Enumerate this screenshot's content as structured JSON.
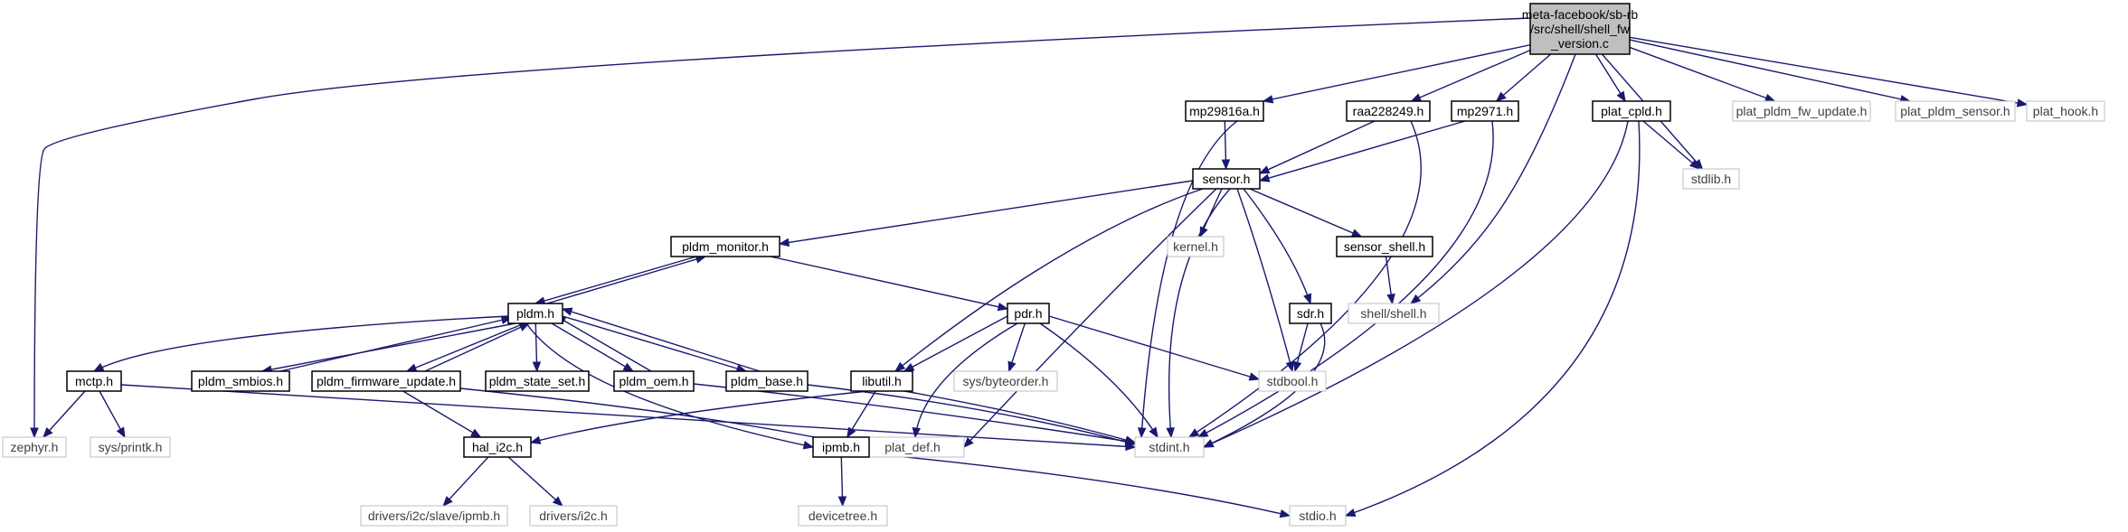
{
  "colors": {
    "edge": "#191970",
    "root_fill": "#bfbfbf",
    "linked_border": "#000000",
    "unlinked_border": "#bfbfbf",
    "unlinked_text": "#404040"
  },
  "nodes": [
    {
      "id": "root",
      "label": "meta-facebook/sb-rb\n/src/shell/shell_fw\n_version.c",
      "kind": "root"
    },
    {
      "id": "zephyr",
      "label": "zephyr.h",
      "kind": "unlinked"
    },
    {
      "id": "mp29816a",
      "label": "mp29816a.h",
      "kind": "linked"
    },
    {
      "id": "raa228249",
      "label": "raa228249.h",
      "kind": "linked"
    },
    {
      "id": "mp2971",
      "label": "mp2971.h",
      "kind": "linked"
    },
    {
      "id": "plat_cpld",
      "label": "plat_cpld.h",
      "kind": "linked"
    },
    {
      "id": "stdlib",
      "label": "stdlib.h",
      "kind": "unlinked"
    },
    {
      "id": "plat_pldm_fw_update",
      "label": "plat_pldm_fw_update.h",
      "kind": "unlinked"
    },
    {
      "id": "plat_pldm_sensor",
      "label": "plat_pldm_sensor.h",
      "kind": "unlinked"
    },
    {
      "id": "plat_hook",
      "label": "plat_hook.h",
      "kind": "unlinked"
    },
    {
      "id": "sensor",
      "label": "sensor.h",
      "kind": "linked"
    },
    {
      "id": "pldm_monitor",
      "label": "pldm_monitor.h",
      "kind": "linked"
    },
    {
      "id": "kernel",
      "label": "kernel.h",
      "kind": "unlinked"
    },
    {
      "id": "sensor_shell",
      "label": "sensor_shell.h",
      "kind": "linked"
    },
    {
      "id": "shell",
      "label": "shell/shell.h",
      "kind": "unlinked"
    },
    {
      "id": "pldm",
      "label": "pldm.h",
      "kind": "linked"
    },
    {
      "id": "pdr",
      "label": "pdr.h",
      "kind": "linked"
    },
    {
      "id": "sdr",
      "label": "sdr.h",
      "kind": "linked"
    },
    {
      "id": "mctp",
      "label": "mctp.h",
      "kind": "linked"
    },
    {
      "id": "pldm_smbios",
      "label": "pldm_smbios.h",
      "kind": "linked"
    },
    {
      "id": "pldm_firmware_update",
      "label": "pldm_firmware_update.h",
      "kind": "linked"
    },
    {
      "id": "pldm_state_set",
      "label": "pldm_state_set.h",
      "kind": "linked"
    },
    {
      "id": "pldm_oem",
      "label": "pldm_oem.h",
      "kind": "linked"
    },
    {
      "id": "pldm_base",
      "label": "pldm_base.h",
      "kind": "linked"
    },
    {
      "id": "libutil",
      "label": "libutil.h",
      "kind": "linked"
    },
    {
      "id": "sys_byteorder",
      "label": "sys/byteorder.h",
      "kind": "unlinked"
    },
    {
      "id": "stdbool",
      "label": "stdbool.h",
      "kind": "unlinked"
    },
    {
      "id": "sys_printk",
      "label": "sys/printk.h",
      "kind": "unlinked"
    },
    {
      "id": "plat_def",
      "label": "plat_def.h",
      "kind": "unlinked"
    },
    {
      "id": "stdint",
      "label": "stdint.h",
      "kind": "unlinked"
    },
    {
      "id": "hal_i2c",
      "label": "hal_i2c.h",
      "kind": "linked"
    },
    {
      "id": "ipmb",
      "label": "ipmb.h",
      "kind": "linked"
    },
    {
      "id": "drivers_i2c_slave_ipmb",
      "label": "drivers/i2c/slave/ipmb.h",
      "kind": "unlinked"
    },
    {
      "id": "drivers_i2c",
      "label": "drivers/i2c.h",
      "kind": "unlinked"
    },
    {
      "id": "devicetree",
      "label": "devicetree.h",
      "kind": "unlinked"
    },
    {
      "id": "stdio",
      "label": "stdio.h",
      "kind": "unlinked"
    }
  ],
  "edges": [
    {
      "from": "root",
      "to": "zephyr"
    },
    {
      "from": "root",
      "to": "mp29816a"
    },
    {
      "from": "root",
      "to": "raa228249"
    },
    {
      "from": "root",
      "to": "mp2971"
    },
    {
      "from": "root",
      "to": "plat_cpld"
    },
    {
      "from": "root",
      "to": "stdlib"
    },
    {
      "from": "root",
      "to": "plat_pldm_fw_update"
    },
    {
      "from": "root",
      "to": "plat_pldm_sensor"
    },
    {
      "from": "root",
      "to": "plat_hook"
    },
    {
      "from": "root",
      "to": "shell"
    },
    {
      "from": "mp29816a",
      "to": "sensor"
    },
    {
      "from": "mp29816a",
      "to": "stdint"
    },
    {
      "from": "raa228249",
      "to": "sensor"
    },
    {
      "from": "raa228249",
      "to": "stdint"
    },
    {
      "from": "mp2971",
      "to": "sensor"
    },
    {
      "from": "mp2971",
      "to": "stdint"
    },
    {
      "from": "plat_cpld",
      "to": "stdlib"
    },
    {
      "from": "plat_cpld",
      "to": "stdint"
    },
    {
      "from": "plat_cpld",
      "to": "stdio"
    },
    {
      "from": "sensor",
      "to": "pldm_monitor"
    },
    {
      "from": "sensor",
      "to": "kernel"
    },
    {
      "from": "sensor",
      "to": "sensor_shell"
    },
    {
      "from": "sensor",
      "to": "sdr"
    },
    {
      "from": "sensor",
      "to": "stdbool"
    },
    {
      "from": "sensor",
      "to": "stdint"
    },
    {
      "from": "sensor",
      "to": "libutil"
    },
    {
      "from": "sensor",
      "to": "plat_def"
    },
    {
      "from": "sensor_shell",
      "to": "shell"
    },
    {
      "from": "pldm_monitor",
      "to": "pldm"
    },
    {
      "from": "pldm_monitor",
      "to": "pdr"
    },
    {
      "from": "pldm",
      "to": "pldm_monitor"
    },
    {
      "from": "pldm",
      "to": "mctp"
    },
    {
      "from": "pldm",
      "to": "pldm_smbios"
    },
    {
      "from": "pldm",
      "to": "pldm_firmware_update"
    },
    {
      "from": "pldm",
      "to": "pldm_state_set"
    },
    {
      "from": "pldm",
      "to": "pldm_oem"
    },
    {
      "from": "pldm",
      "to": "pldm_base"
    },
    {
      "from": "pldm",
      "to": "ipmb"
    },
    {
      "from": "pldm_smbios",
      "to": "pldm"
    },
    {
      "from": "pldm_firmware_update",
      "to": "pldm"
    },
    {
      "from": "pldm_firmware_update",
      "to": "hal_i2c"
    },
    {
      "from": "pldm_firmware_update",
      "to": "plat_def"
    },
    {
      "from": "pldm_oem",
      "to": "pldm"
    },
    {
      "from": "pldm_oem",
      "to": "stdint"
    },
    {
      "from": "pldm_base",
      "to": "pldm"
    },
    {
      "from": "pldm_base",
      "to": "stdint"
    },
    {
      "from": "pdr",
      "to": "libutil"
    },
    {
      "from": "pdr",
      "to": "sys_byteorder"
    },
    {
      "from": "pdr",
      "to": "stdbool"
    },
    {
      "from": "pdr",
      "to": "plat_def"
    },
    {
      "from": "pdr",
      "to": "stdint"
    },
    {
      "from": "sdr",
      "to": "stdbool"
    },
    {
      "from": "sdr",
      "to": "stdint"
    },
    {
      "from": "mctp",
      "to": "zephyr"
    },
    {
      "from": "mctp",
      "to": "sys_printk"
    },
    {
      "from": "mctp",
      "to": "stdint"
    },
    {
      "from": "libutil",
      "to": "hal_i2c"
    },
    {
      "from": "libutil",
      "to": "ipmb"
    },
    {
      "from": "libutil",
      "to": "stdint"
    },
    {
      "from": "hal_i2c",
      "to": "drivers_i2c_slave_ipmb"
    },
    {
      "from": "hal_i2c",
      "to": "drivers_i2c"
    },
    {
      "from": "ipmb",
      "to": "devicetree"
    },
    {
      "from": "ipmb",
      "to": "stdio"
    }
  ]
}
